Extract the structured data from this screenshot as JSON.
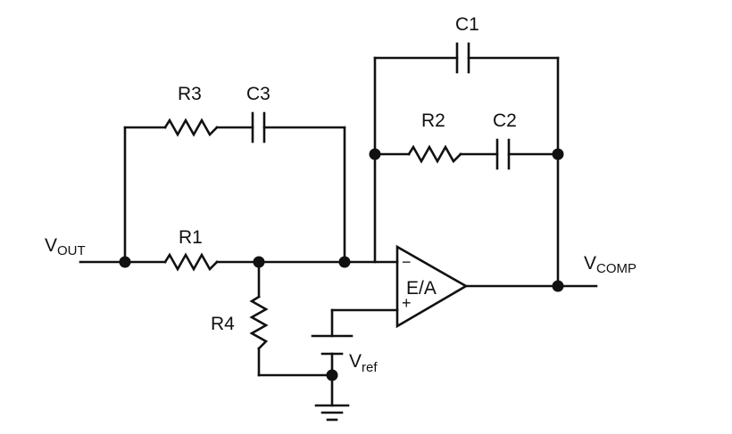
{
  "diagram": {
    "components": {
      "r1": "R1",
      "r2": "R2",
      "r3": "R3",
      "r4": "R4",
      "c1": "C1",
      "c2": "C2",
      "c3": "C3"
    },
    "amplifier": {
      "label": "E/A",
      "minus": "−",
      "plus": "+"
    },
    "nodes": {
      "vout_main": "V",
      "vout_sub": "OUT",
      "vcomp_main": "V",
      "vcomp_sub": "COMP",
      "vref_main": "V",
      "vref_sub": "ref"
    },
    "colors": {
      "ink": "#111111",
      "background": "#ffffff"
    }
  }
}
